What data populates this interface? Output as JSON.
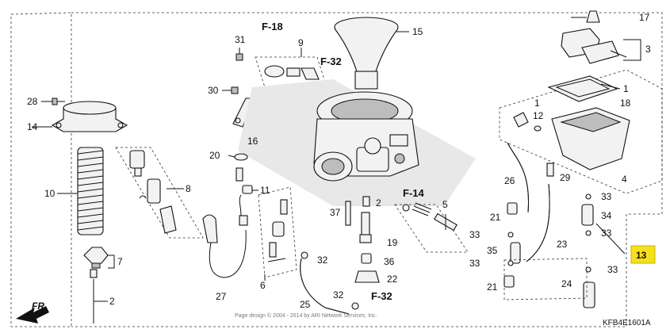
{
  "diagram": {
    "code": "KFB4E1601A",
    "copyright": "Page design © 2004 - 2014 by ARI Network Services, Inc.",
    "front_label": "FR.",
    "highlight_color": "#f5e11a",
    "refs": {
      "f18": "F-18",
      "f32_top": "F-32",
      "f14": "F-14",
      "f32_bottom": "F-32"
    },
    "callouts": {
      "n1": "1",
      "n1b": "1",
      "n2a": "2",
      "n2b": "2",
      "n3": "3",
      "n4": "4",
      "n5": "5",
      "n6": "6",
      "n7": "7",
      "n8": "8",
      "n9": "9",
      "n10": "10",
      "n11": "11",
      "n12": "12",
      "n13": "13",
      "n14": "14",
      "n15": "15",
      "n16": "16",
      "n17": "17",
      "n18": "18",
      "n19": "19",
      "n20": "20",
      "n21a": "21",
      "n21b": "21",
      "n22": "22",
      "n23": "23",
      "n24": "24",
      "n25": "25",
      "n26": "26",
      "n27": "27",
      "n28": "28",
      "n29": "29",
      "n30": "30",
      "n31": "31",
      "n32a": "32",
      "n32b": "32",
      "n33a": "33",
      "n33b": "33",
      "n33c": "33",
      "n33d": "33",
      "n33e": "33",
      "n34": "34",
      "n35": "35",
      "n36": "36",
      "n37": "37"
    }
  }
}
